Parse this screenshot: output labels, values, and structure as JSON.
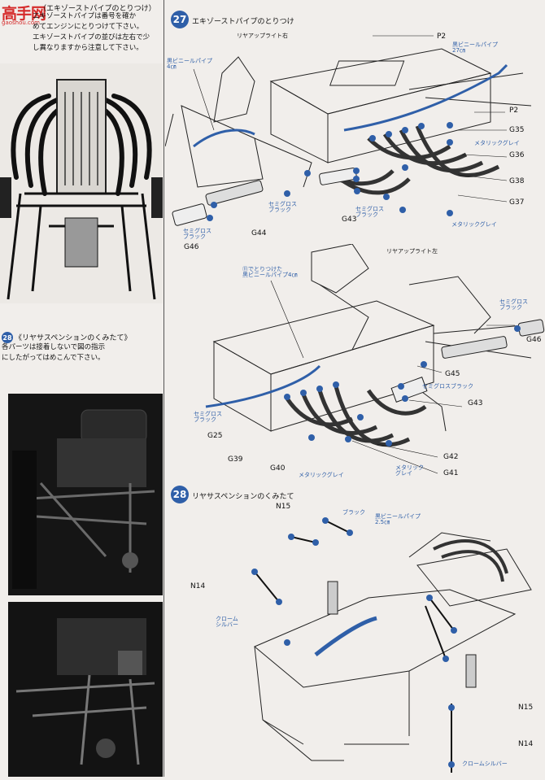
{
  "watermark": {
    "logo_text": "高手网",
    "url": "gaoshou.com"
  },
  "left": {
    "section1_title": "（エキゾーストパイプのとりつけ）",
    "section1_body": "エキゾーストパイプは番号を確か\nめてエンジンにとりつけて下さい。\nエキゾーストパイプの並びは左右で少\nし異なりますから注意して下さい。",
    "step28_badge": "28",
    "section2_title": "《リヤサスペンションのくみたて》",
    "section2_body": "各パーツは接着しないで図の指示\nにしたがってはめこんで下さい。"
  },
  "step27": {
    "badge": "27",
    "title": "エキゾーストパイプのとりつけ",
    "labels": {
      "rear_upright_right": "リヤアップライト右",
      "black_vinyl_pipe_4": "黒ビニールパイプ\n4㎝",
      "black_vinyl_pipe_27": "黒ビニールパイプ\n27㎝",
      "p2_top": "P2",
      "p2_mid": "P2",
      "g35": "G35",
      "g36": "G36",
      "g38": "G38",
      "g37": "G37",
      "metallic_grey_1": "メタリックグレイ",
      "metallic_grey_2": "メタリックグレイ",
      "semigloss_black_1": "セミグロス\nブラック",
      "semigloss_black_2": "セミグロス\nブラック",
      "g43": "G43",
      "g44": "G44",
      "g46": "G46"
    }
  },
  "mid_diagram": {
    "labels": {
      "rear_upright_left": "リヤアップライト左",
      "attached_pipe": "⑪でとりつけた\n黒ビニールパイプ4㎝",
      "semigloss_black_right": "セミグロス\nブラック",
      "g46": "G46",
      "g45": "G45",
      "semigloss_black_mid": "セミグロスブラック",
      "g43": "G43",
      "semigloss_black_left": "セミグロス\nブラック",
      "g25": "G25",
      "g39": "G39",
      "g40": "G40",
      "metallic_grey": "メタリックグレイ",
      "metallic_grey_2": "メタリック\nグレイ",
      "g42": "G42",
      "g41": "G41"
    }
  },
  "step28": {
    "badge": "28",
    "title": "リヤサスペンションのくみたて",
    "labels": {
      "n15_top": "N15",
      "black": "ブラック",
      "black_vinyl_pipe": "黒ビニールパイプ\n2.5㎝",
      "n14_left": "N14",
      "chrome_silver_left": "クローム\nシルバー",
      "n15_right": "N15",
      "n14_right": "N14",
      "chrome_silver_bottom": "クロームシルバー"
    }
  },
  "colors": {
    "accent": "#2f5fa8",
    "watermark": "#d52a2a",
    "paper": "#f1eeeb"
  }
}
